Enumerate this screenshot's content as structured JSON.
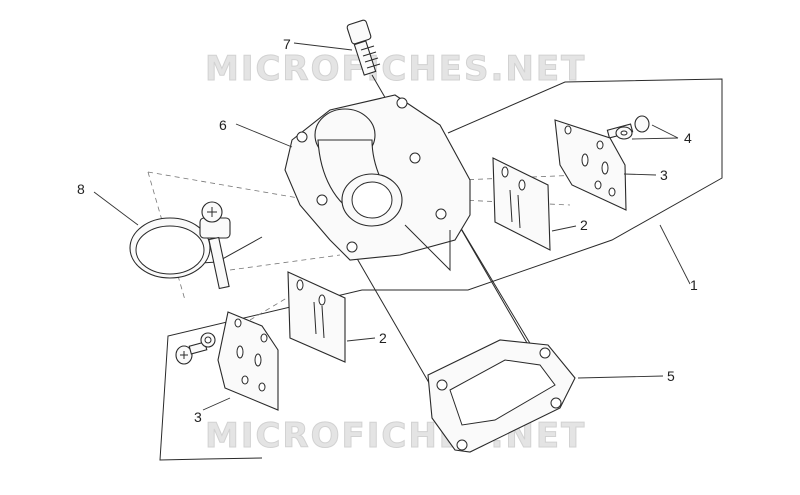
{
  "watermark": {
    "top": "MICROFICHES.NET",
    "bottom": "MICROFICHES.NET"
  },
  "callouts": [
    {
      "id": "c7",
      "text": "7"
    },
    {
      "id": "c6",
      "text": "6"
    },
    {
      "id": "c8",
      "text": "8"
    },
    {
      "id": "c4",
      "text": "4"
    },
    {
      "id": "c3a",
      "text": "3"
    },
    {
      "id": "c2a",
      "text": "2"
    },
    {
      "id": "c1",
      "text": "1"
    },
    {
      "id": "c2b",
      "text": "2"
    },
    {
      "id": "c5",
      "text": "5"
    },
    {
      "id": "c3b",
      "text": "3"
    }
  ],
  "colors": {
    "line": "#2a2a2a",
    "watermark": "#e4e4e4"
  }
}
